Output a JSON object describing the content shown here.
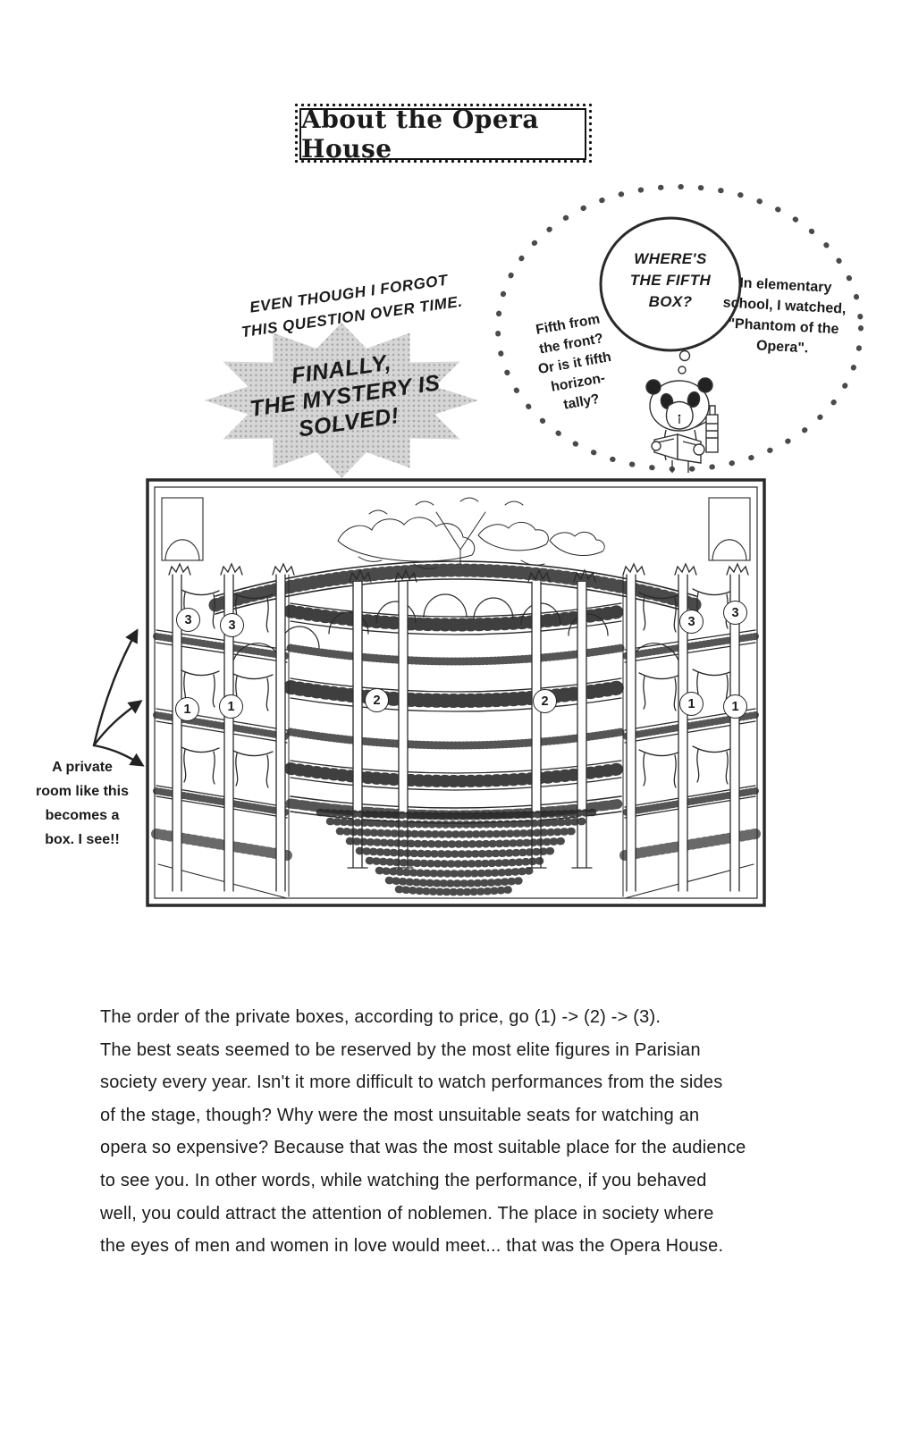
{
  "page": {
    "background": "#ffffff",
    "ink": "#1a1a1a",
    "tone_gray": "#d6d6d6"
  },
  "header": {
    "title": "About the Opera House"
  },
  "annotations": {
    "forgot_note": "EVEN THOUGH I FORGOT\nTHIS QUESTION OVER TIME.",
    "burst_note": "FINALLY,\nTHE MYSTERY IS\nSOLVED!"
  },
  "thought_cluster": {
    "bubble_text": "WHERE'S\nTHE FIFTH\nBOX?",
    "left_note": "Fifth from\nthe front?\nOr is it fifth\nhorizon-\ntally?",
    "right_note": "In elementary\nschool, I watched,\n\"Phantom of the\nOpera\".",
    "character": "panda-reading-book"
  },
  "illustration": {
    "subject": "opera-house-interior",
    "caption": "A private\nroom like this\nbecomes a\nbox. I see!!",
    "box_numbers": [
      "3",
      "3",
      "1",
      "1",
      "2",
      "2",
      "3",
      "3",
      "1",
      "1"
    ]
  },
  "body_text": {
    "paragraph": "The order of the private boxes, according to price, go (1) -> (2) -> (3).\nThe best seats seemed to be reserved by the most elite figures in Parisian\nsociety every year. Isn't it more difficult to watch performances from the sides\nof the stage, though? Why were the most unsuitable seats for watching an\nopera so expensive? Because that was the most suitable place for the audience\nto see you. In other words, while watching the performance, if you behaved\nwell, you could attract the attention of noblemen.  The place in society where\nthe eyes of men and women in love would meet... that was the Opera House."
  }
}
